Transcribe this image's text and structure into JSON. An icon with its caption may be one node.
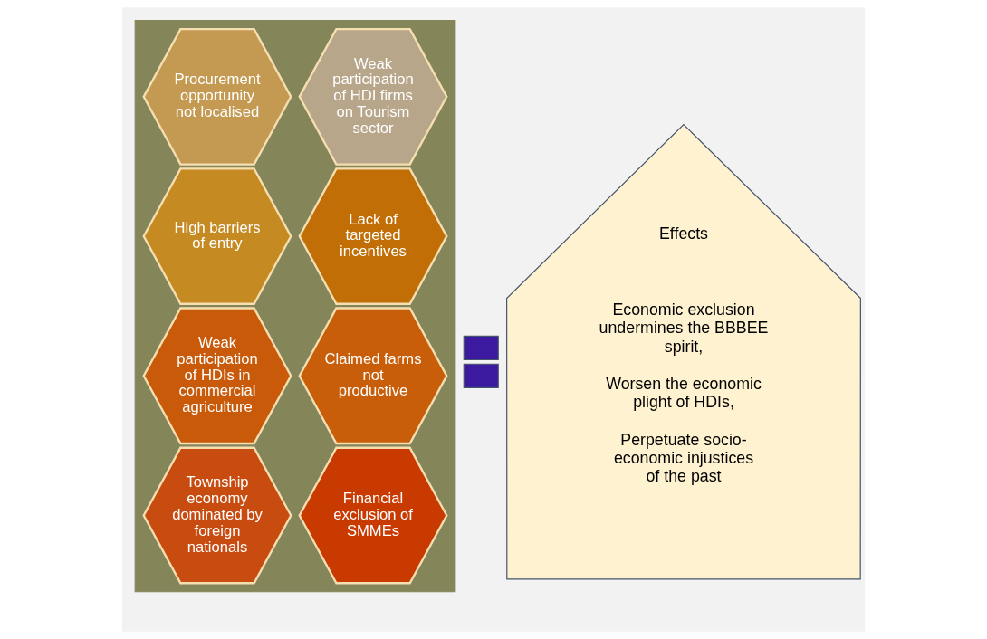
{
  "diagram": {
    "nodes": [
      {
        "text": [],
        "shape": "box"
      },
      {
        "text": [
          "Procurement opportunity not localised"
        ],
        "in": 0
      },
      {
        "text": [
          "Weak participation of HDI firms on Tourism sector"
        ],
        "in": 0
      },
      {
        "text": [
          "High barriers of entry"
        ],
        "in": 0
      },
      {
        "text": [
          "Lack of targeted incentives"
        ],
        "in": 0
      },
      {
        "text": [
          "Weak participation of HDIs in commercial agriculture"
        ],
        "in": 0
      },
      {
        "text": [
          "Claimed farms not productive"
        ],
        "in": 0
      },
      {
        "text": [
          "Township economy dominated by foreign nationals"
        ],
        "in": 0
      },
      {
        "text": [
          "Financial exclusion of SMMEs"
        ],
        "in": 0
      },
      {
        "text": [],
        "shape": "bar"
      },
      {
        "text": [],
        "shape": "bar"
      },
      {
        "text": [
          "Effects",
          "Economic exclusion undermines the BBBEE spirit,",
          "Worsen the economic plight of HDIs,",
          "Perpetuate socio-economic injustices of the past"
        ]
      }
    ],
    "edges": []
  }
}
